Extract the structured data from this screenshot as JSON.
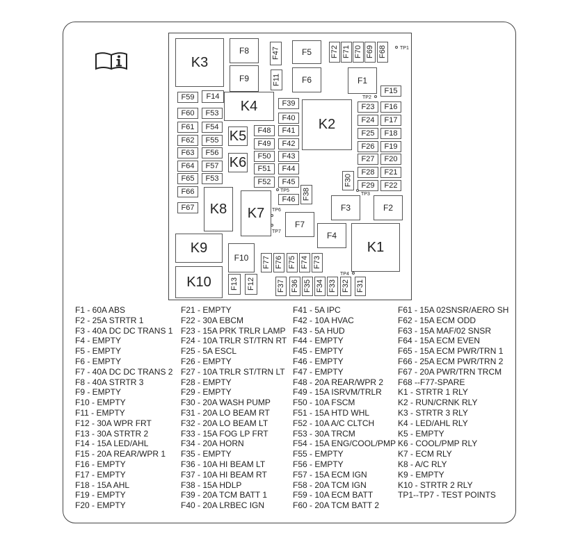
{
  "test_point_label": "TP1",
  "boxes": {
    "K3": "K3",
    "F8": "F8",
    "F47": "F47",
    "F5": "F5",
    "F72": "F72",
    "F71": "F71",
    "F70": "F70",
    "F69": "F69",
    "F68": "F68",
    "F9": "F9",
    "F11": "F11",
    "F6": "F6",
    "F1": "F1",
    "F15": "F15",
    "F59": "F59",
    "F14": "F14",
    "K4": "K4",
    "F39": "F39",
    "F23": "F23",
    "F16": "F16",
    "K2": "K2",
    "F60": "F60",
    "F53a": "F53",
    "F40": "F40",
    "F24": "F24",
    "F17": "F17",
    "F61": "F61",
    "F54": "F54",
    "K5": "K5",
    "F48": "F48",
    "F41": "F41",
    "F25": "F25",
    "F18": "F18",
    "F62": "F62",
    "F55": "F55",
    "F49": "F49",
    "F42": "F42",
    "F26": "F26",
    "F19": "F19",
    "F63": "F63",
    "F56": "F56",
    "K6": "K6",
    "F50": "F50",
    "F43": "F43",
    "F27": "F27",
    "F20": "F20",
    "F64": "F64",
    "F57": "F57",
    "F51": "F51",
    "F44": "F44",
    "F28": "F28",
    "F21": "F21",
    "F65": "F65",
    "F53b": "F53",
    "F52": "F52",
    "F45": "F45",
    "F30": "F30",
    "F29": "F29",
    "F22": "F22",
    "F66": "F66",
    "F38": "F38",
    "F46": "F46",
    "K8": "K8",
    "K7": "K7",
    "F3": "F3",
    "F2": "F2",
    "F67": "F67",
    "F7": "F7",
    "F4": "F4",
    "K9": "K9",
    "K1": "K1",
    "F10": "F10",
    "F77": "F77",
    "F76": "F76",
    "F75": "F75",
    "F74": "F74",
    "F73": "F73",
    "K10": "K10",
    "F13": "F13",
    "F12": "F12",
    "F37": "F37",
    "F36": "F36",
    "F35": "F35",
    "F34": "F34",
    "F33": "F33",
    "F32": "F32",
    "F31": "F31"
  },
  "test_points": {
    "TP1": "TP1",
    "TP2": "TP2",
    "TP3": "TP3",
    "TP4": "TP4",
    "TP5": "TP5",
    "TP6": "TP6",
    "TP7": "TP7"
  },
  "legend": {
    "col1": [
      "F1  -  60A ABS",
      "F2  -  25A STRTR 1",
      "F3  -  40A DC DC TRANS 1",
      "F4  -  EMPTY",
      "F5  -  EMPTY",
      "F6  -  EMPTY",
      "F7  -  40A DC DC TRANS 2",
      "F8  -  40A STRTR 3",
      "F9  -  EMPTY",
      "F10 - EMPTY",
      "F11 - EMPTY",
      "F12 - 30A WPR FRT",
      "F13 - 30A STRTR 2",
      "F14 - 15A LED/AHL",
      "F15 - 20A REAR/WPR 1",
      "F16 - EMPTY",
      "F17 - EMPTY",
      "F18 - 15A AHL",
      "F19 - EMPTY",
      "F20 - EMPTY"
    ],
    "col2": [
      "F21 - EMPTY",
      "F22 - 30A EBCM",
      "F23 - 15A PRK TRLR LAMP",
      "F24 - 10A TRLR ST/TRN RT",
      "F25 - 5A ESCL",
      "F26 - EMPTY",
      "F27 - 10A TRLR ST/TRN LT",
      "F28 - EMPTY",
      "F29 - EMPTY",
      "F30 - 20A WASH PUMP",
      "F31 - 20A LO BEAM RT",
      "F32 - 20A LO BEAM LT",
      "F33 - 15A FOG LP FRT",
      "F34 - 20A HORN",
      "F35 - EMPTY",
      "F36 - 10A HI BEAM LT",
      "F37 - 10A HI BEAM RT",
      "F38 - 15A HDLP",
      "F39 - 20A TCM BATT 1",
      "F40 - 20A LRBEC IGN"
    ],
    "col3": [
      "F41 - 5A IPC",
      "F42 - 10A HVAC",
      "F43 - 5A HUD",
      "F44 - EMPTY",
      "F45 - EMPTY",
      "F46 - EMPTY",
      "F47 - EMPTY",
      "F48 - 20A REAR/WPR 2",
      "F49 - 15A ISRVM/TRLR",
      "F50 - 10A FSCM",
      "F51 - 15A HTD WHL",
      "F52 - 10A A/C CLTCH",
      "F53 - 30A TRCM",
      "F54 - 15A ENG/COOL/PMP",
      "F55 - EMPTY",
      "F56 - EMPTY",
      "F57 - 15A ECM IGN",
      "F58 - 20A TCM IGN",
      "F59 - 10A ECM BATT",
      "F60 - 20A TCM BATT 2"
    ],
    "col4": [
      "F61 - 15A 02SNSR/AERO SH",
      "F62 - 15A ECM ODD",
      "F63 - 15A MAF/02 SNSR",
      "F64 - 15A ECM EVEN",
      "F65 - 15A ECM PWR/TRN 1",
      "F66 - 25A ECM PWR/TRN 2",
      "F67 - 20A PWR/TRN TRCM",
      "F68 --F77-SPARE",
      "K1  -  STRTR 1 RLY",
      "K2  -  RUN/CRNK RLY",
      "K3  -  STRTR 3 RLY",
      "K4  -  LED/AHL RLY",
      "K5  -  EMPTY",
      "K6  -  COOL/PMP RLY",
      "K7  -  ECM RLY",
      "K8  -  A/C RLY",
      "K9  -  EMPTY",
      "K10 -  STRTR 2 RLY",
      "TP1--TP7 - TEST POINTS"
    ]
  }
}
